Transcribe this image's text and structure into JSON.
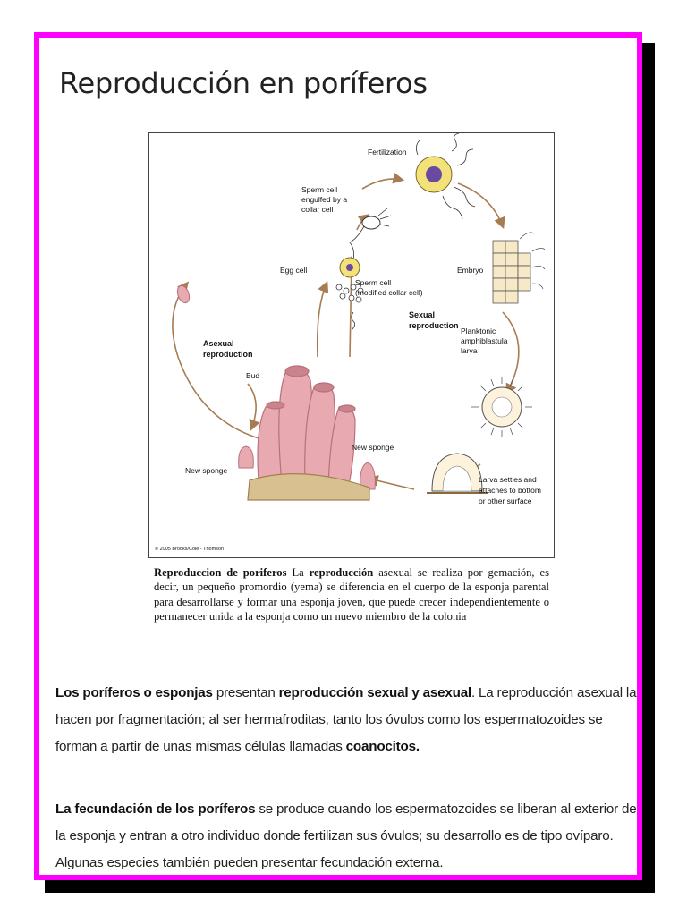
{
  "page": {
    "title": "Reproducción en poríferos"
  },
  "diagram": {
    "labels": {
      "fertilization": "Fertilization",
      "sperm_engulfed_1": "Sperm cell",
      "sperm_engulfed_2": "engulfed by a",
      "sperm_engulfed_3": "collar cell",
      "egg_cell": "Egg cell",
      "sperm_cell_1": "Sperm cell",
      "sperm_cell_2": "(modified collar cell)",
      "embryo": "Embryo",
      "sexual_1": "Sexual",
      "sexual_2": "reproduction",
      "asexual_1": "Asexual",
      "asexual_2": "reproduction",
      "bud": "Bud",
      "planktonic_1": "Planktonic",
      "planktonic_2": "amphiblastula",
      "planktonic_3": "larva",
      "new_sponge_right": "New sponge",
      "new_sponge_left": "New sponge",
      "larva_settles_1": "Larva settles and",
      "larva_settles_2": "attaches to bottom",
      "larva_settles_3": "or other surface",
      "copyright": "© 2005 Brooks/Cole - Thomson"
    },
    "colors": {
      "sponge": "#e8aab0",
      "sponge_dark": "#b8707a",
      "arrow": "#a87c52",
      "egg": "#f3e27a",
      "nucleus": "#6a4aa0"
    }
  },
  "caption": {
    "lead": "Reproduccion de poriferos",
    "part1": " La ",
    "bold2": "reproducción",
    "part2": " asexual se realiza por gemación, es decir, un pequeño promordio (yema) se diferencia en el cuerpo de la esponja parental para desarrollarse y formar una esponja joven, que puede crecer independientemente o permanecer unida a la esponja como un nuevo miembro de la colonia"
  },
  "paragraph1": {
    "bold1": "Los poríferos o esponjas",
    "text1": " presentan ",
    "bold2": "reproducción sexual y asexual",
    "text2": ". La reproducción asexual la hacen por fragmentación; al ser hermafroditas, tanto los óvulos como los espermatozoides se forman a partir de unas mismas células llamadas ",
    "bold3": "coanocitos."
  },
  "paragraph2": {
    "bold1": "La fecundación de los poríferos",
    "text1": " se produce cuando los espermatozoides se liberan al exterior de la esponja y entran a otro individuo donde fertilizan sus óvulos; su desarrollo es de tipo ovíparo. Algunas especies también pueden presentar fecundación externa."
  }
}
